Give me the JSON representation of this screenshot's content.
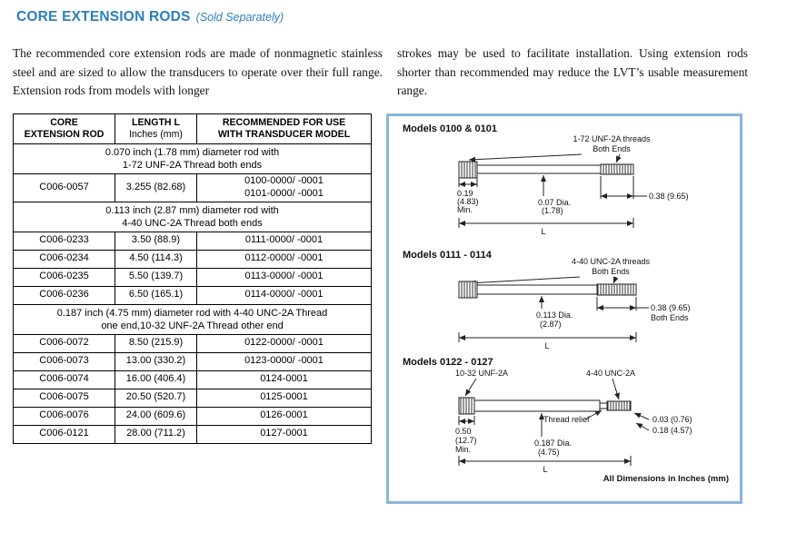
{
  "header": {
    "title": "CORE EXTENSION RODS",
    "subtitle": "(Sold Separately)"
  },
  "intro": {
    "left": "The recommended core extension rods are made of nonmagnetic stainless steel and are sized to allow the transducers to operate over their full range.  Extension rods from models with longer",
    "right": "strokes may be used to  facilitate installation.  Using extension rods shorter than recommended may reduce the LVT’s usable measurement range."
  },
  "table": {
    "headers": {
      "c1": [
        "CORE",
        "EXTENSION ROD"
      ],
      "c2": [
        "LENGTH L",
        "Inches (mm)"
      ],
      "c3": [
        "RECOMMENDED FOR USE",
        "WITH TRANSDUCER MODEL"
      ]
    },
    "rows": [
      {
        "span": [
          "0.070 inch (1.78 mm) diameter rod with",
          "1-72 UNF-2A Thread both ends"
        ]
      },
      {
        "rod": "C006-0057",
        "len": "3.255 (82.68)",
        "models": [
          "0100-0000/ -0001",
          "0101-0000/ -0001"
        ]
      },
      {
        "span": [
          "0.113 inch (2.87 mm) diameter rod with",
          "4-40 UNC-2A Thread both ends"
        ]
      },
      {
        "rod": "C006-0233",
        "len": "3.50  (88.9)",
        "models": [
          "0111-0000/ -0001"
        ]
      },
      {
        "rod": "C006-0234",
        "len": "4.50  (114.3)",
        "models": [
          "0112-0000/ -0001"
        ]
      },
      {
        "rod": "C006-0235",
        "len": "5.50  (139.7)",
        "models": [
          "0113-0000/ -0001"
        ]
      },
      {
        "rod": "C006-0236",
        "len": "6.50  (165.1)",
        "models": [
          "0114-0000/ -0001"
        ]
      },
      {
        "span": [
          "0.187 inch (4.75 mm) diameter rod with 4-40 UNC-2A Thread",
          "one end,10-32 UNF-2A Thread other end"
        ]
      },
      {
        "rod": "C006-0072",
        "len": "8.50  (215.9)",
        "models": [
          "0122-0000/ -0001"
        ]
      },
      {
        "rod": "C006-0073",
        "len": "13.00 (330.2)",
        "models": [
          "0123-0000/ -0001"
        ]
      },
      {
        "rod": "C006-0074",
        "len": "16.00 (406.4)",
        "models": [
          "0124-0001"
        ]
      },
      {
        "rod": "C006-0075",
        "len": "20.50 (520.7)",
        "models": [
          "0125-0001"
        ]
      },
      {
        "rod": "C006-0076",
        "len": "24.00 (609.6)",
        "models": [
          "0126-0001"
        ]
      },
      {
        "rod": "C006-0121",
        "len": "28.00 (711.2)",
        "models": [
          "0127-0001"
        ]
      }
    ]
  },
  "diagrams": {
    "d1": {
      "title": "Models 0100 & 0101",
      "thread_line1": "1-72 UNF-2A threads",
      "thread_line2": "Both Ends",
      "min_line1": "0.19",
      "min_line2": "(4.83)",
      "min_line3": "Min.",
      "dia_line1": "0.07 Dia.",
      "dia_line2": "(1.78)",
      "end_dim": "0.38 (9.65)",
      "length_label": "L"
    },
    "d2": {
      "title": "Models 0111 - 0114",
      "thread_line1": "4-40 UNC-2A threads",
      "thread_line2": "Both Ends",
      "end_dim_line1": "0.38 (9.65)",
      "end_dim_line2": "Both Ends",
      "dia_line1": "0.113 Dia.",
      "dia_line2": "(2.87)",
      "length_label": "L"
    },
    "d3": {
      "title": "Models 0122 - 0127",
      "thread_left": "10-32 UNF-2A",
      "thread_right": "4-40 UNC-2A",
      "relief_label": "Thread relief",
      "relief_dim": "0.03 (0.76)",
      "thread_dim": "0.18 (4.57)",
      "min_line1": "0.50",
      "min_line2": "(12.7)",
      "min_line3": "Min.",
      "dia_line1": "0.187 Dia.",
      "dia_line2": "(4.75)",
      "length_label": "L"
    },
    "footnote": "All Dimensions in Inches (mm)"
  }
}
